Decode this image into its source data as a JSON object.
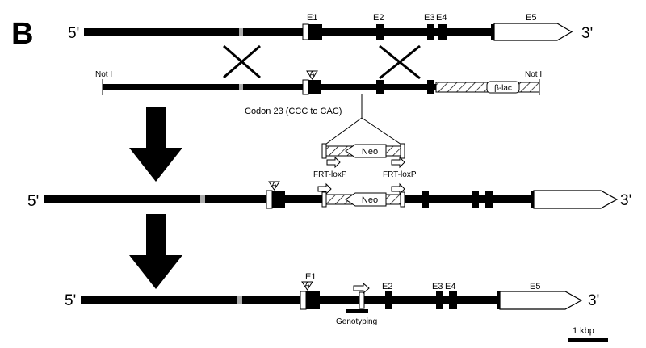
{
  "panel_label": "B",
  "strand_labels": {
    "five": "5'",
    "three": "3'"
  },
  "exons": {
    "e1": "E1",
    "e2": "E2",
    "e3": "E3",
    "e4": "E4",
    "e5": "E5"
  },
  "notI_label": "Not I",
  "neo_label": "Neo",
  "beta_lac_label": "β-lac",
  "codon_annotation": "Codon 23 (CCC to CAC)",
  "frt_loxp_label": "FRT-loxP",
  "genotyping_label": "Genotyping",
  "scale_bar_label": "1 kbp",
  "mutation_symbol": "A"
}
